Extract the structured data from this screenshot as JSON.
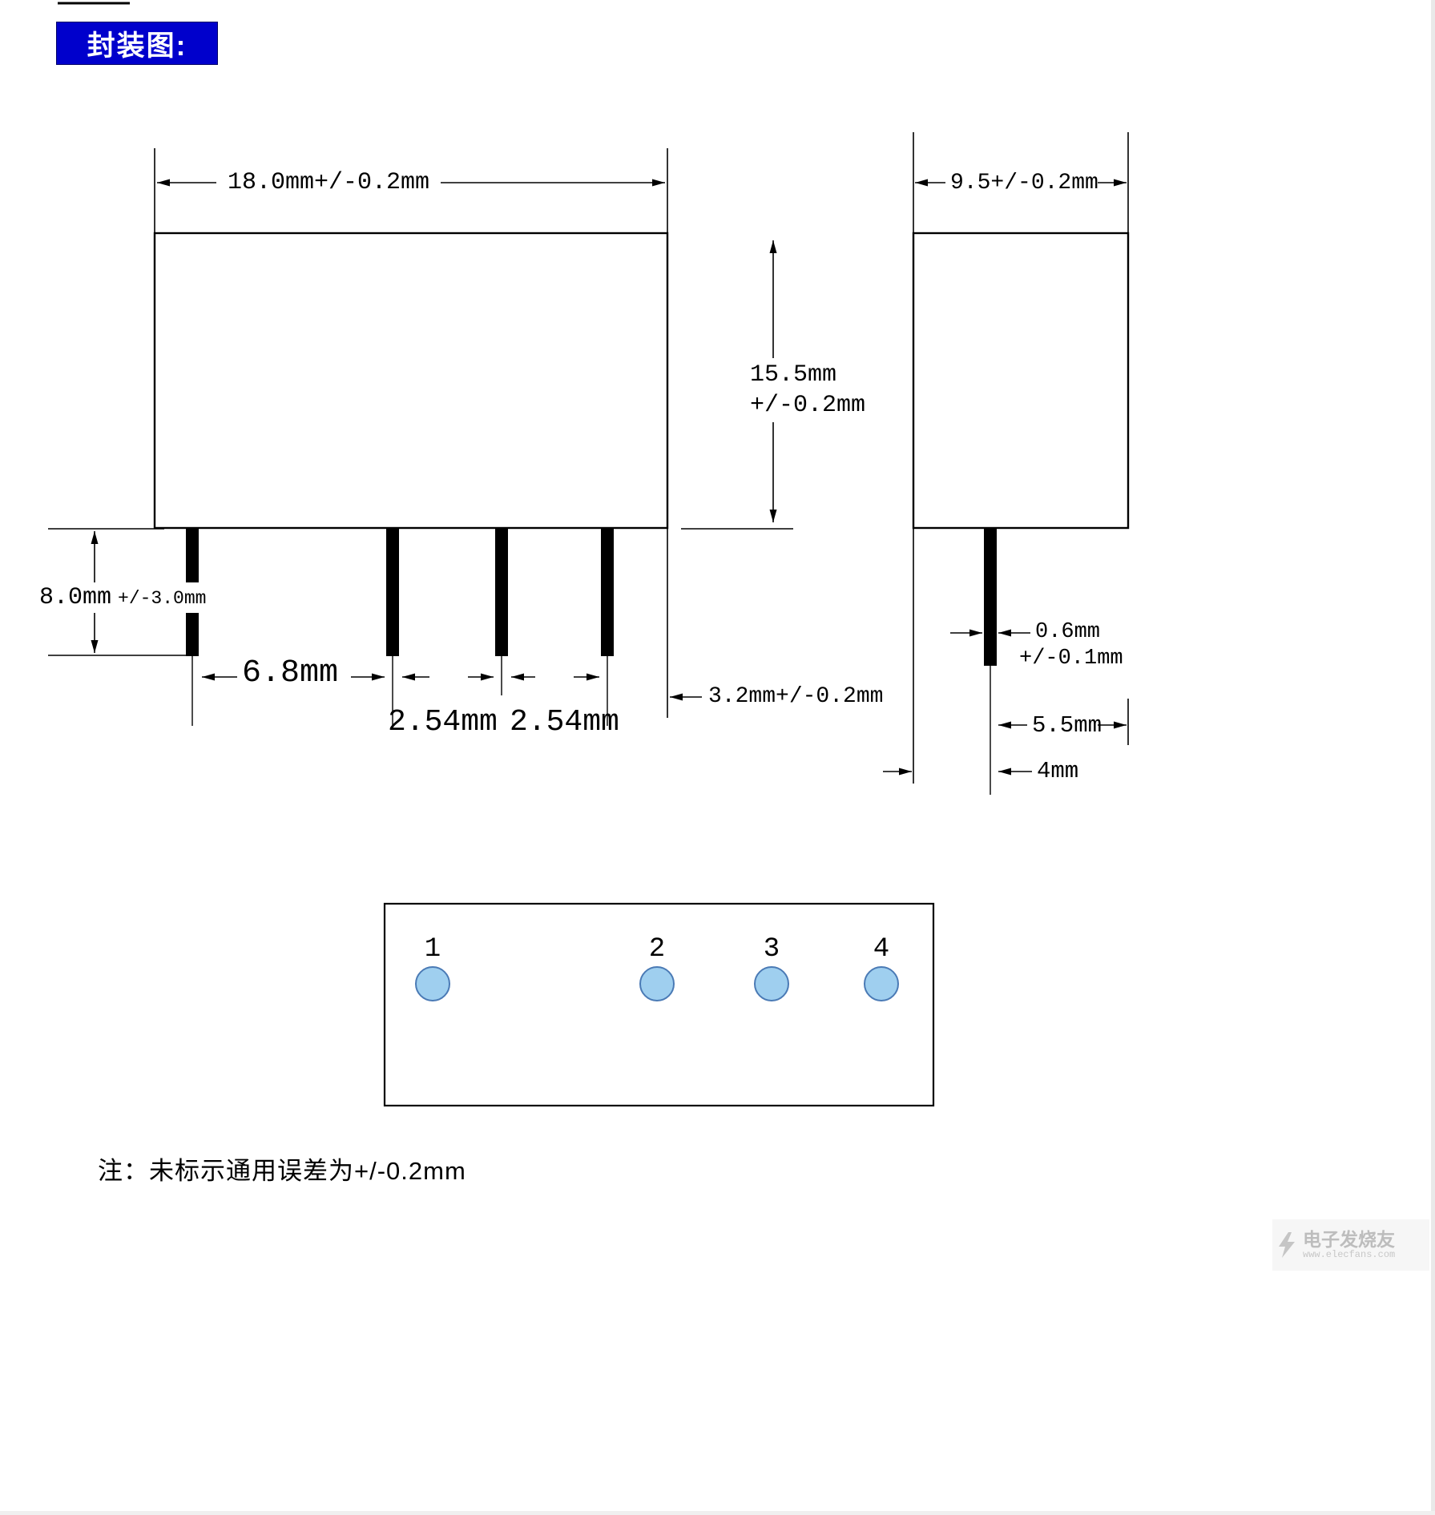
{
  "title": {
    "label": "封装图:"
  },
  "front_view": {
    "body_width": "18.0mm+/-0.2mm",
    "body_height_value": "15.5mm",
    "body_height_tol": "+/-0.2mm",
    "pin_length_value": "8.0mm",
    "pin_length_tol": "+/-3.0mm",
    "pin_pitch_1": "6.8mm",
    "pin_pitch_2": "2.54mm",
    "pin_pitch_3": "2.54mm",
    "pin_to_edge": "3.2mm+/-0.2mm"
  },
  "side_view": {
    "body_depth": "9.5+/-0.2mm",
    "pin_width_value": "0.6mm",
    "pin_width_tol": "+/-0.1mm",
    "pin_span": "5.5mm",
    "pin_offset": "4mm"
  },
  "bottom_view": {
    "pin_labels": [
      "1",
      "2",
      "3",
      "4"
    ]
  },
  "note": "注：未标示通用误差为+/-0.2mm",
  "watermark": {
    "brand": "电子发烧友",
    "url": "www.elecfans.com"
  },
  "colors": {
    "banner_bg": "#0000cc",
    "banner_text": "#ffffff",
    "pad_fill": "#9fcfef",
    "pad_stroke": "#4a7ab5",
    "line": "#000000",
    "watermark_text": "#bdbdbd"
  }
}
